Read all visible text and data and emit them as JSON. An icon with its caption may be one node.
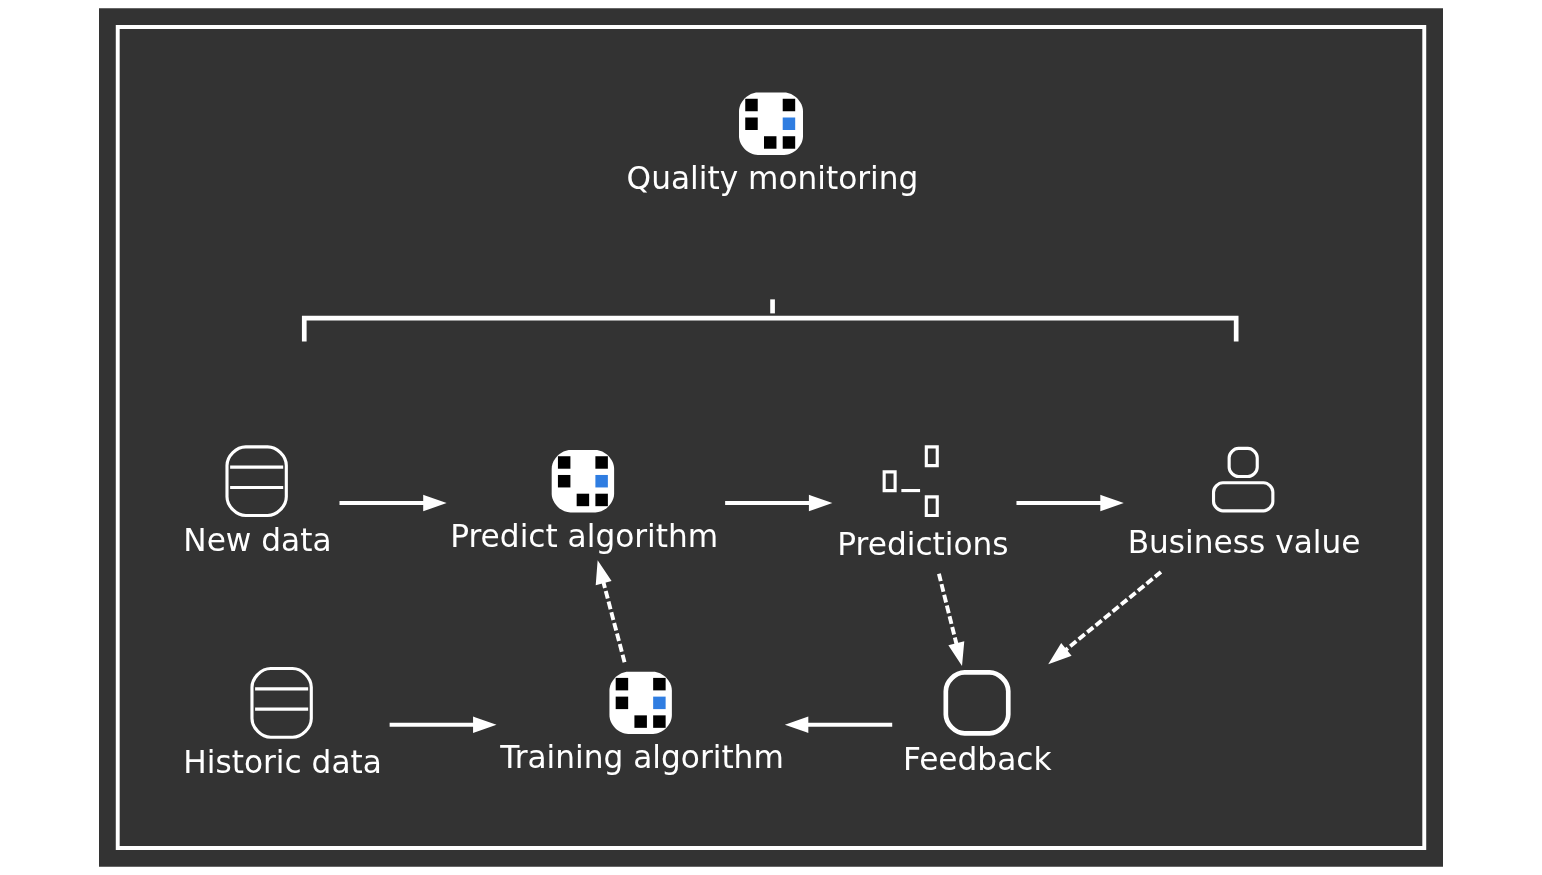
{
  "diagram": {
    "nodes": [
      {
        "text": [],
        "shape": "box"
      },
      {
        "text": [
          "Quality monitoring"
        ],
        "in": 0
      },
      {
        "text": [
          "New data"
        ],
        "in": 0
      },
      {
        "text": [
          "Predict algorithm"
        ],
        "in": 0
      },
      {
        "text": [
          "Predictions"
        ],
        "in": 0
      },
      {
        "text": [
          "Business value"
        ],
        "in": 0
      },
      {
        "text": [
          "Historic data"
        ],
        "in": 0
      },
      {
        "text": [
          "Training algorithm"
        ],
        "in": 0
      },
      {
        "text": [
          "Feedback"
        ],
        "in": 0
      }
    ],
    "edges": [
      {
        "from": 2,
        "to": 3,
        "arrow": "to"
      },
      {
        "from": 3,
        "to": 4,
        "arrow": "to"
      },
      {
        "from": 4,
        "to": 5,
        "arrow": "to"
      },
      {
        "from": 7,
        "to": 3,
        "arrow": "to",
        "style": "dashed"
      },
      {
        "from": 4,
        "to": 8,
        "arrow": "to",
        "style": "dashed"
      },
      {
        "from": 5,
        "to": 8,
        "arrow": "to",
        "style": "dashed"
      },
      {
        "from": 6,
        "to": 7,
        "arrow": "to"
      },
      {
        "from": 8,
        "to": 7,
        "arrow": "to"
      }
    ]
  }
}
